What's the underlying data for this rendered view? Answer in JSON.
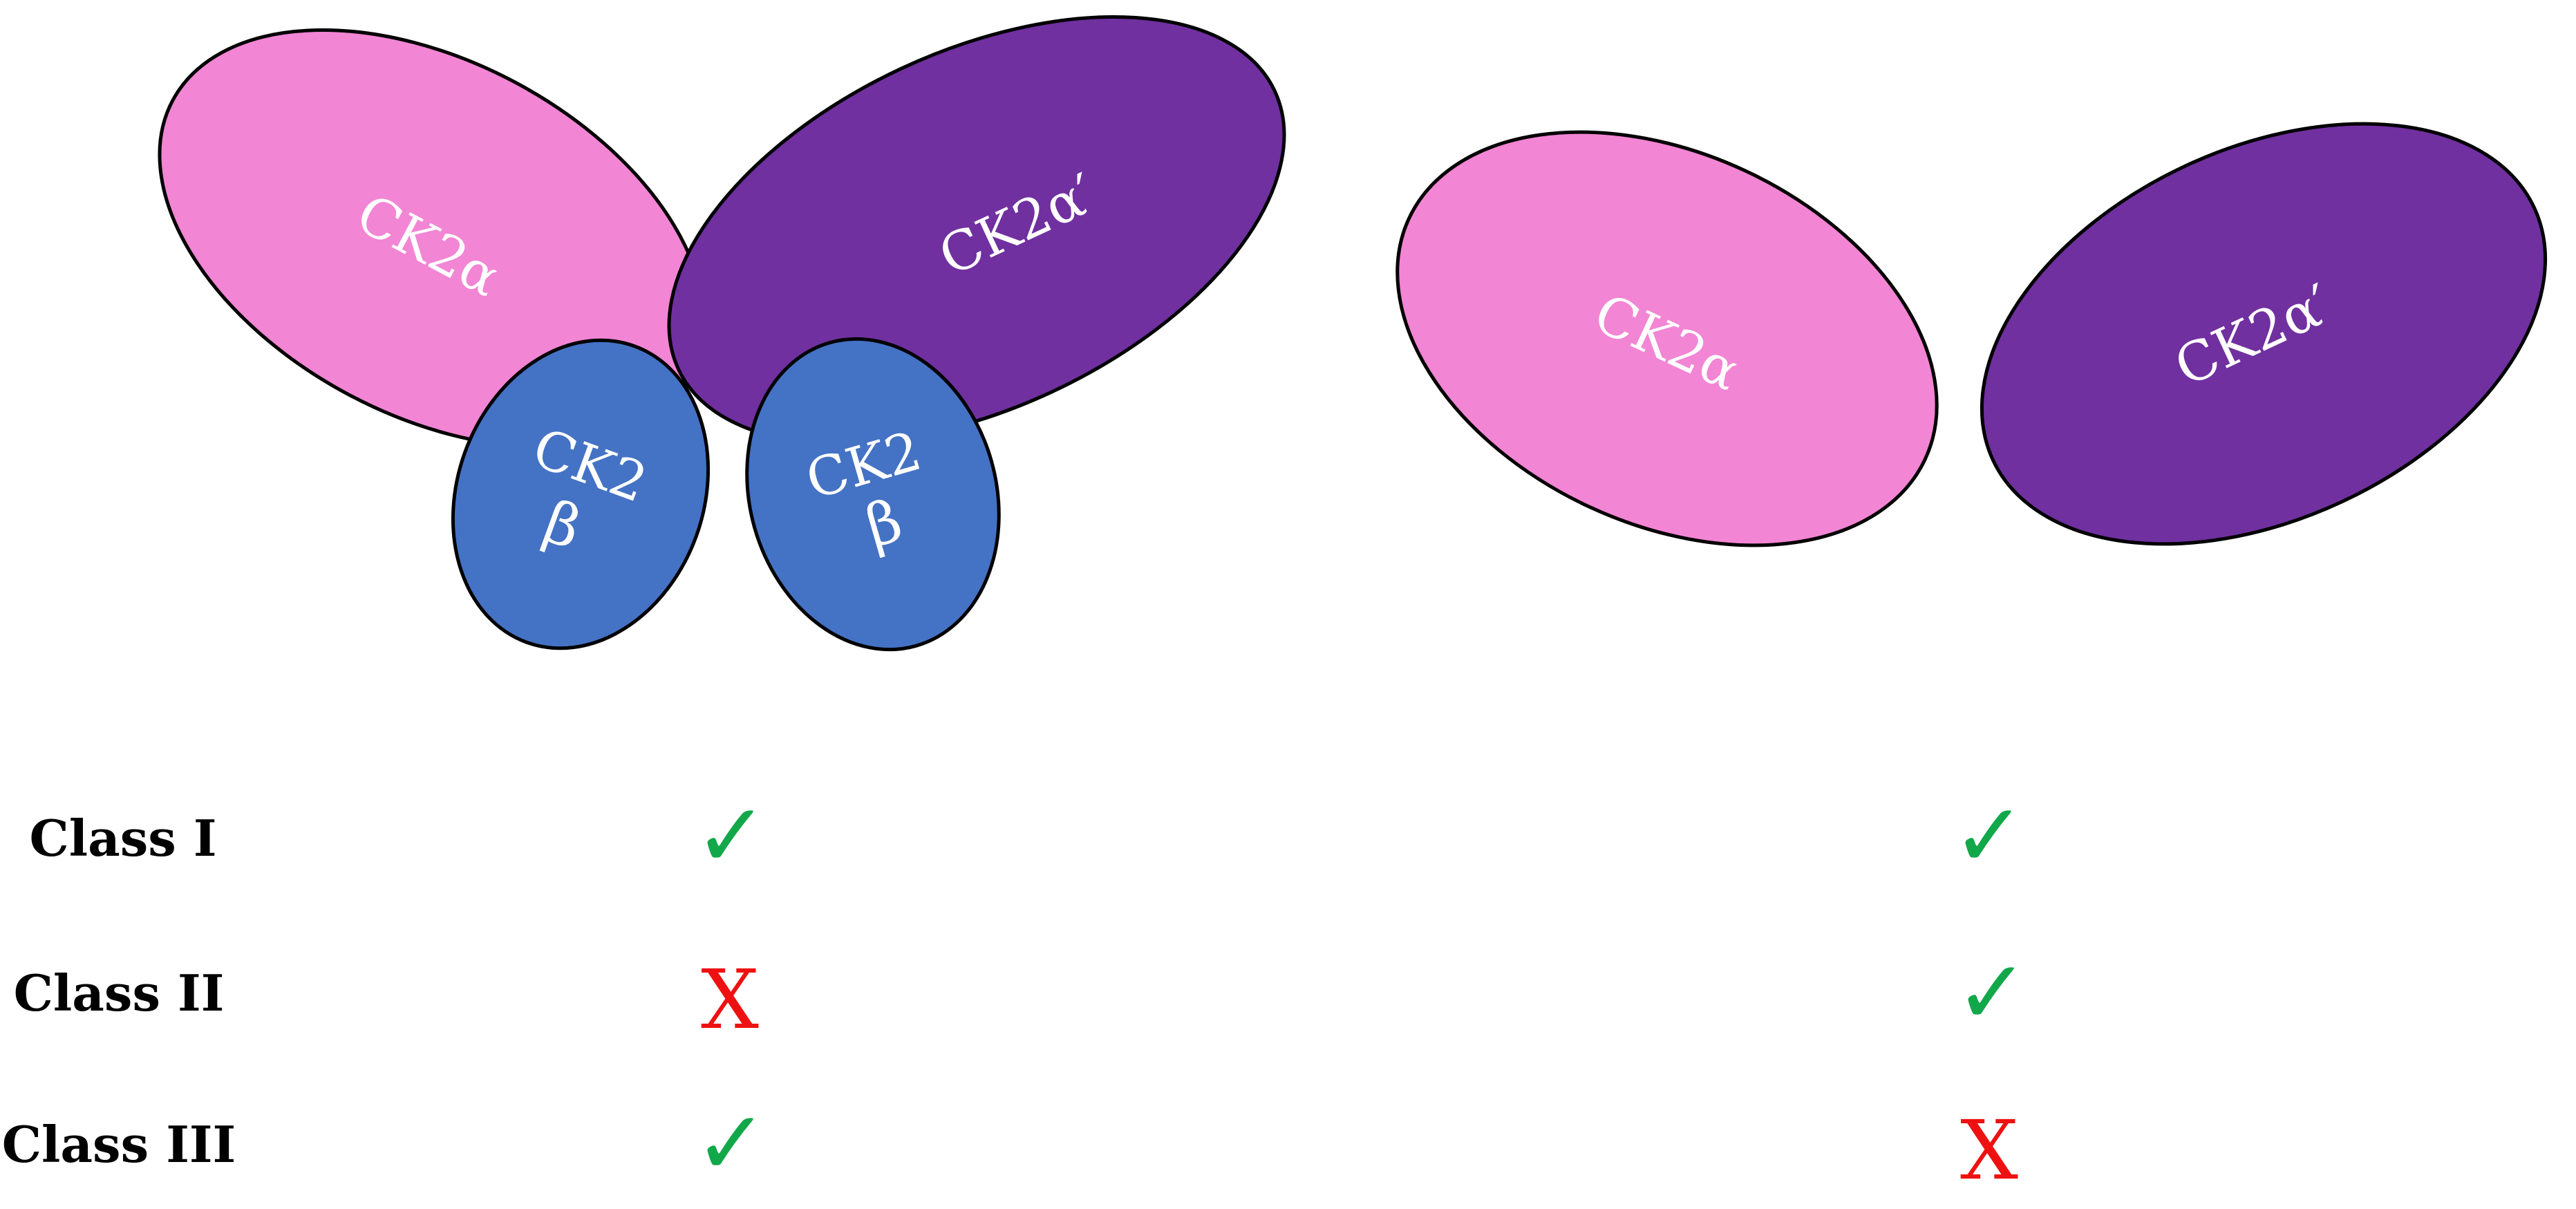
{
  "colors": {
    "ck2_alpha": "#f285d4",
    "ck2_alpha_prime": "#7030a0",
    "ck2_beta": "#4472c4",
    "outline": "#000000",
    "label_text": "#ffffff",
    "check": "#12a84a",
    "cross": "#ee1111"
  },
  "holoenzyme": {
    "alpha_label": "CK2α",
    "alpha_prime_label": "CK2α′",
    "beta_left_line1": "CK2",
    "beta_left_line2": "β",
    "beta_right_line1": "CK2",
    "beta_right_line2": "β"
  },
  "free_subunits": {
    "alpha_label": "CK2α",
    "alpha_prime_label": "CK2α′"
  },
  "classes": [
    {
      "label": "Class I",
      "holoenzyme_mark": "✓",
      "free_subunits_mark": "✓"
    },
    {
      "label": "Class II",
      "holoenzyme_mark": "X",
      "free_subunits_mark": "✓"
    },
    {
      "label": "Class III",
      "holoenzyme_mark": "✓",
      "free_subunits_mark": "X"
    }
  ]
}
